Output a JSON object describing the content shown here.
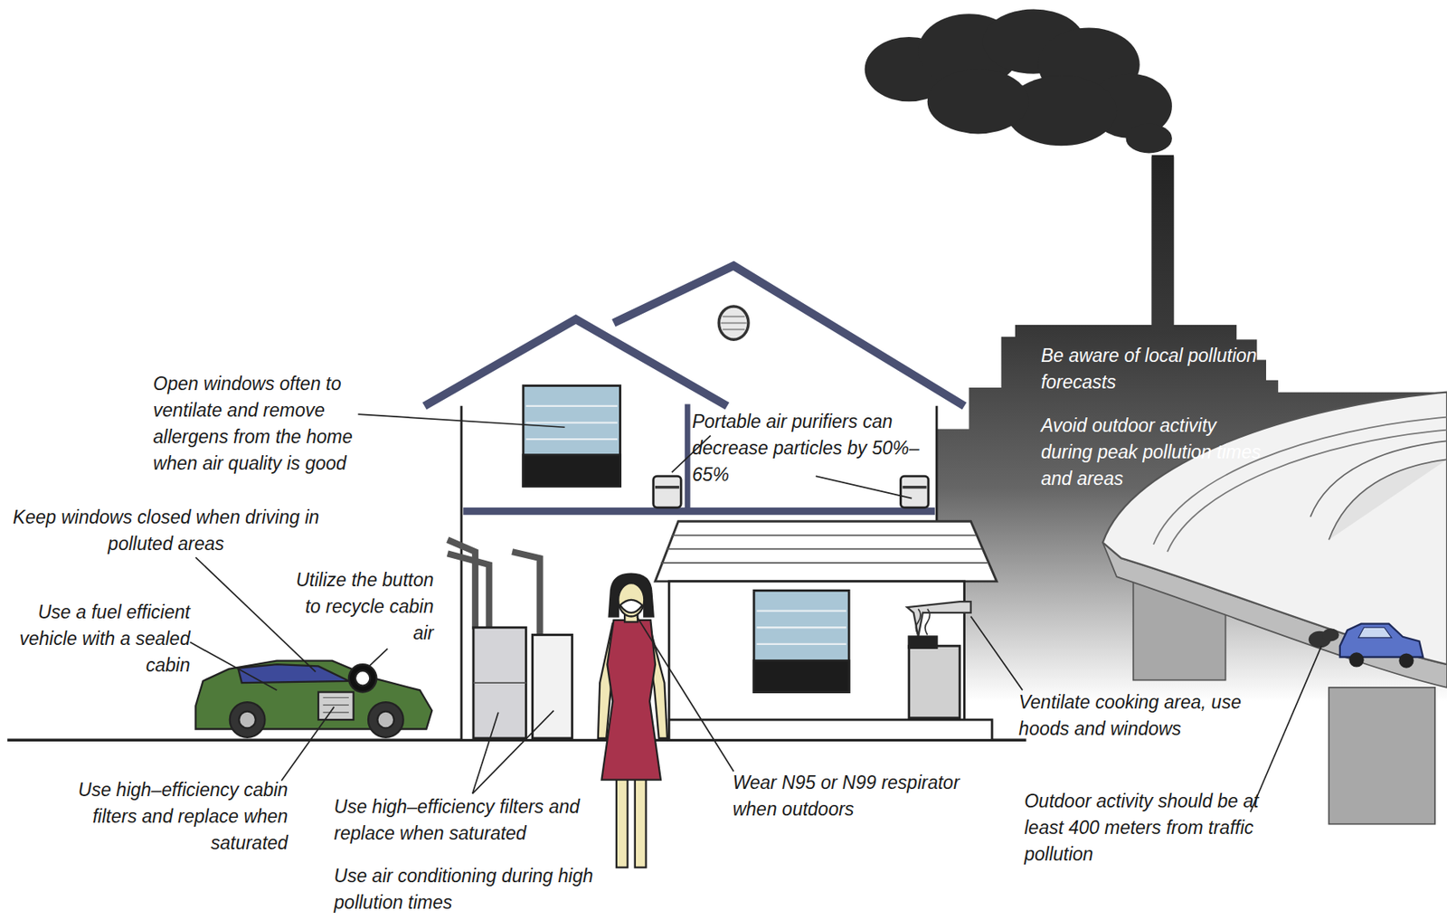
{
  "diagram": {
    "labels": [
      "Open windows often to ventilate and remove allergens from the home when air quality is good",
      "Portable air purifiers can decrease particles by 50%–65%",
      "Be aware of local pollution forecasts",
      "Avoid outdoor activity during peak pollution times and areas",
      "Keep windows closed when driving in polluted areas",
      "Utilize the button to recycle cabin air",
      "Use a fuel efficient vehicle with a sealed cabin",
      "Ventilate cooking area, use hoods and windows",
      "Use high–efficiency cabin filters and replace when saturated",
      "Use high–efficiency filters and replace when saturated",
      "Use air conditioning during high pollution times",
      "Wear N95 or N99 respirator when outdoors",
      "Outdoor activity should be at least 400 meters from traffic pollution"
    ]
  }
}
